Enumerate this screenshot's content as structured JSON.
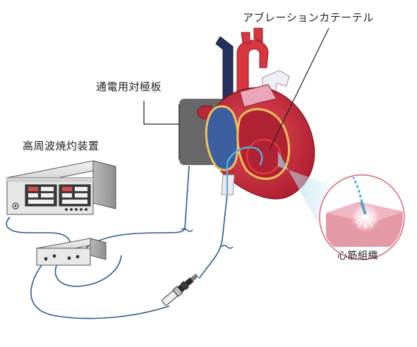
{
  "labels": {
    "catheter": "アブレーションカテーテル",
    "electrode_plate": "通電用対極板",
    "generator": "高周波焼灼装置",
    "myocardium": "心筋組織"
  },
  "colors": {
    "cable": "#2a5a8c",
    "catheter_blue": "#4fb3e0",
    "aorta_red": "#d8363f",
    "vena_cava": "#25305f",
    "heart_red": "#c8283a",
    "plate_gray": "#686868",
    "tissue_pink": "#e49aa6",
    "zoom_circle": "#e05a6a"
  },
  "icons": {
    "generator": "rf-generator-device",
    "junction": "junction-box",
    "connector": "catheter-connector",
    "break": "cable-break-mark"
  }
}
